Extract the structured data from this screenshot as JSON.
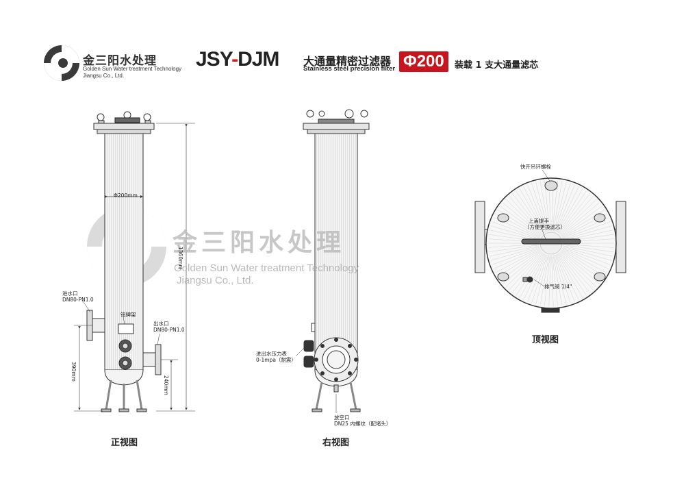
{
  "header": {
    "logo_cn": "金三阳水处理",
    "logo_en_line1": "Golden Sun Water treatment Technology",
    "logo_en_line2": "Jiangsu Co., Ltd.",
    "model_part1": "JSY",
    "model_dash": "-",
    "model_part2": "DJM",
    "product_cn": "大通量精密过滤器",
    "product_en": "Stainless steel precision filter",
    "badge": "Φ200",
    "suffix": "装载 1 支大通量滤芯"
  },
  "watermark": {
    "cn": "金三阳水处理",
    "en_line1": "Golden Sun Water treatment Technology",
    "en_line2": "Jiangsu Co., Ltd."
  },
  "front_view": {
    "caption": "正视图",
    "diameter": "Φ200mm",
    "height_total": "1360mm",
    "inlet_label": "进水口",
    "inlet_spec": "DN80-PN1.0",
    "outlet_label": "出水口",
    "outlet_spec": "DN80-PN1.0",
    "nameplate": "铭牌架",
    "dim_inlet": "390mm",
    "dim_outlet": "240mm"
  },
  "right_view": {
    "caption": "右视图",
    "gauge_label": "进出水压力表",
    "gauge_spec": "0-1mpa（耐震）",
    "drain_label": "放空口",
    "drain_spec": "DN25 内螺纹（配堵头）"
  },
  "top_view": {
    "caption": "顶视图",
    "bolt_label": "快开吊环螺栓",
    "handle_label": "上盖提手",
    "handle_note": "（方便更换滤芯）",
    "vent_label": "排气阀 1/4\""
  },
  "colors": {
    "badge_red": "#c8141c",
    "line": "#333333",
    "body_fill": "#f2f2f2"
  }
}
